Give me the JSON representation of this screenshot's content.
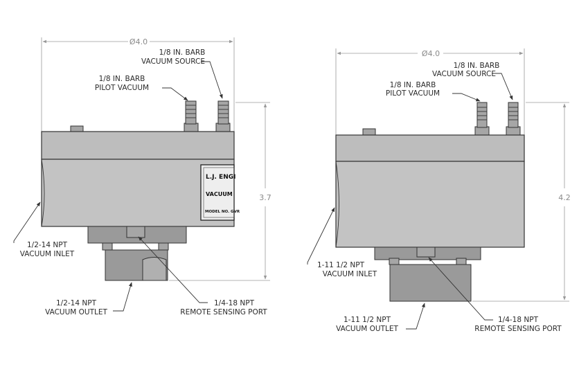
{
  "left_view": {
    "diameter": "Ø4.0",
    "height": "3.7",
    "source_label_1": "1/8 IN. BARB",
    "source_label_2": "VACUUM SOURCE",
    "pilot_label_1": "1/8 IN. BARB",
    "pilot_label_2": "PILOT VACUUM",
    "inlet_label_1": "1/2-14 NPT",
    "inlet_label_2": "VACUUM INLET",
    "outlet_label_1": "1/2-14 NPT",
    "outlet_label_2": "VACUUM OUTLET",
    "sensing_label_1": "1/4-18 NPT",
    "sensing_label_2": "REMOTE SENSING PORT",
    "plate_line_1": "L.J. ENGI",
    "plate_line_2": "VACUUM",
    "plate_line_3": "MODEL NO. GVR"
  },
  "right_view": {
    "diameter": "Ø4.0",
    "height": "4.2",
    "source_label_1": "1/8 IN. BARB",
    "source_label_2": "VACUUM SOURCE",
    "pilot_label_1": "1/8 IN. BARB",
    "pilot_label_2": "PILOT VACUUM",
    "inlet_label_1": "1-11 1/2 NPT",
    "inlet_label_2": "VACUUM INLET",
    "outlet_label_1": "1-11 1/2 NPT",
    "outlet_label_2": "VACUUM OUTLET",
    "sensing_label_1": "1/4-18 NPT",
    "sensing_label_2": "REMOTE SENSING PORT"
  }
}
